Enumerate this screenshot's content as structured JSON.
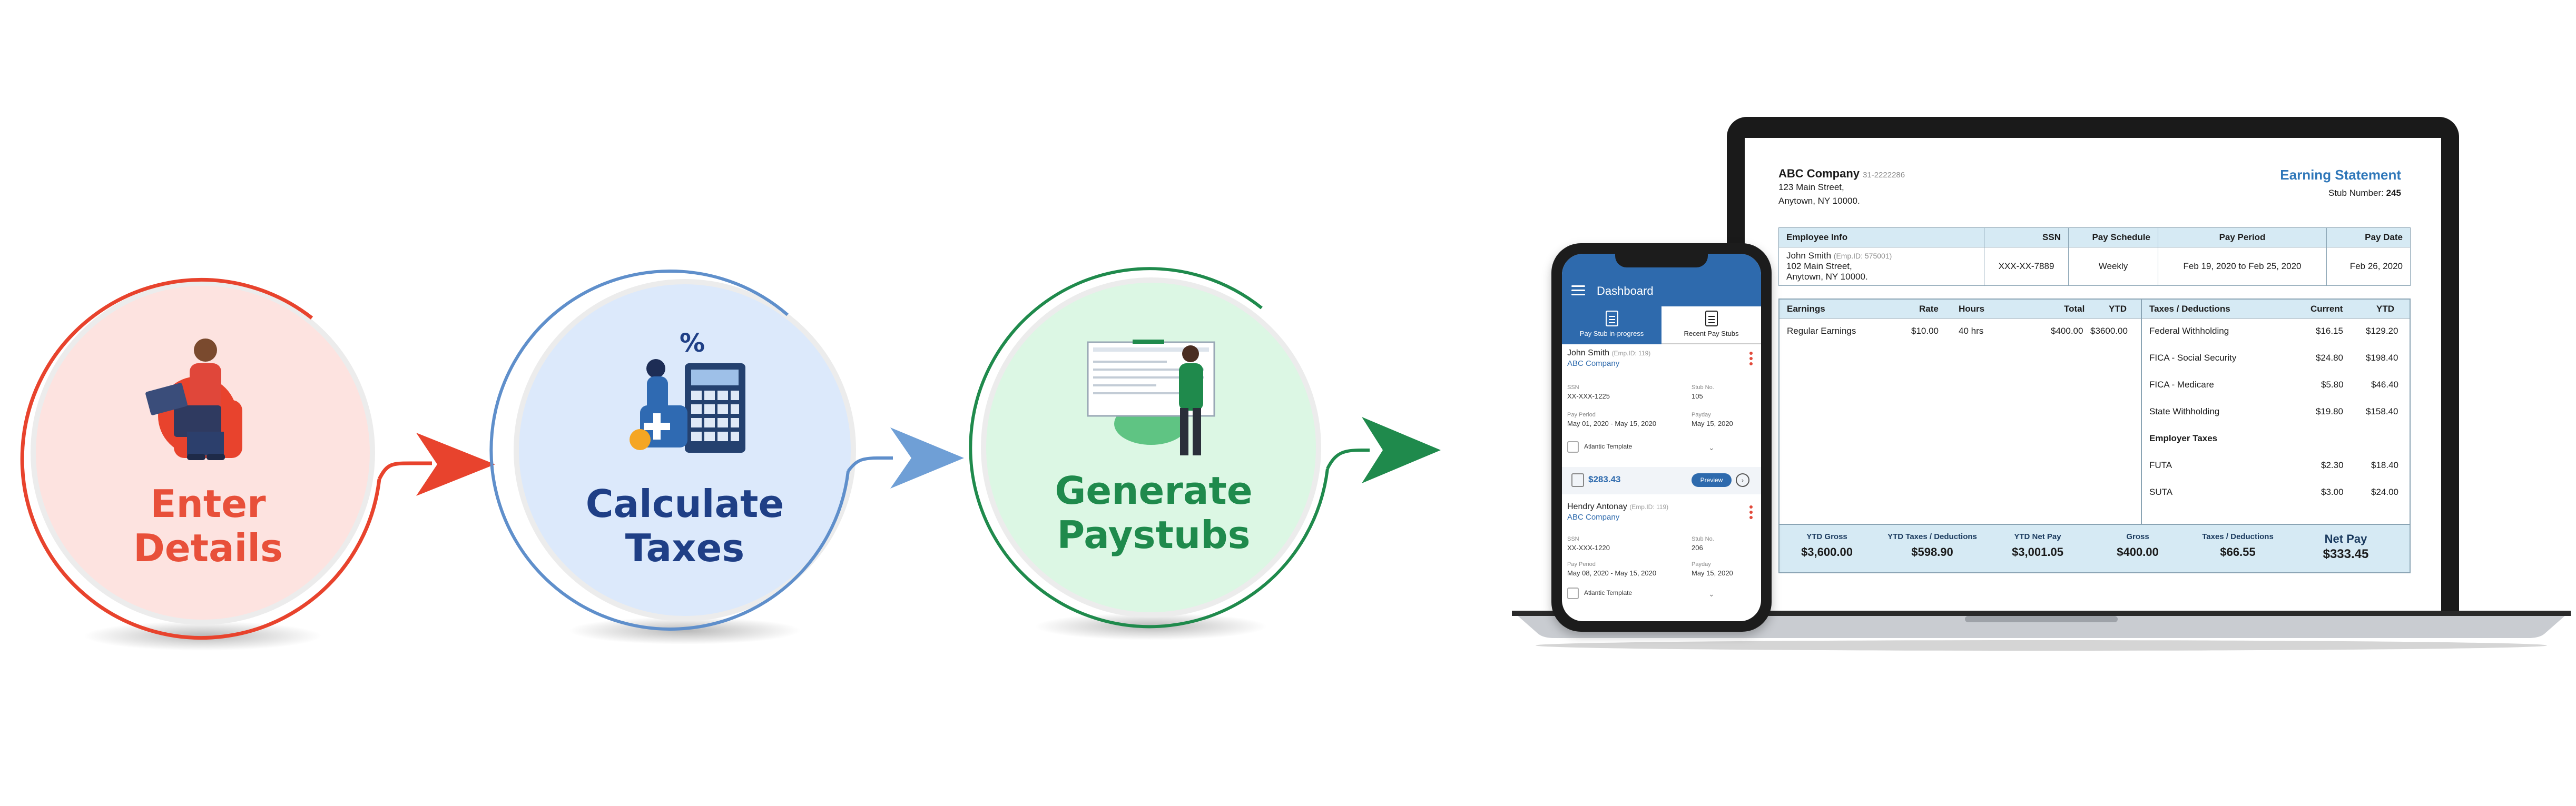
{
  "steps": [
    {
      "line1": "Enter",
      "line2": "Details",
      "color": "#e8503a",
      "icon": "person-on-laptop-icon"
    },
    {
      "line1": "Calculate",
      "line2": "Taxes",
      "color": "#1f3f86",
      "icon": "calculator-percent-icon"
    },
    {
      "line1": "Generate",
      "line2": "Paystubs",
      "color": "#1f8a4c",
      "icon": "person-with-paystub-board-icon"
    }
  ],
  "statement": {
    "company_name": "ABC Company",
    "company_id": "31-2222286",
    "address1": "123 Main Street,",
    "address2": "Anytown, NY 10000.",
    "title": "Earning Statement",
    "stub_label": "Stub Number:",
    "stub_number": "245",
    "info_headers": [
      "Employee Info",
      "SSN",
      "Pay Schedule",
      "Pay Period",
      "Pay Date"
    ],
    "employee": {
      "name": "John Smith",
      "emp_id": "(Emp.ID: 575001)",
      "address1": "102 Main Street,",
      "address2": "Anytown, NY 10000.",
      "ssn": "XXX-XX-7889",
      "schedule": "Weekly",
      "period": "Feb 19, 2020 to Feb 25, 2020",
      "pay_date": "Feb 26, 2020"
    },
    "earnings_headers": [
      "Earnings",
      "Rate",
      "Hours",
      "Total",
      "YTD"
    ],
    "earnings_rows": [
      [
        "Regular Earnings",
        "$10.00",
        "40 hrs",
        "$400.00",
        "$3600.00"
      ]
    ],
    "taxes_headers": [
      "Taxes / Deductions",
      "Current",
      "YTD"
    ],
    "taxes_rows": [
      [
        "Federal Withholding",
        "$16.15",
        "$129.20"
      ],
      [
        "FICA - Social Security",
        "$24.80",
        "$198.40"
      ],
      [
        "FICA - Medicare",
        "$5.80",
        "$46.40"
      ],
      [
        "State Withholding",
        "$19.80",
        "$158.40"
      ]
    ],
    "employer_taxes_label": "Employer Taxes",
    "employer_rows": [
      [
        "FUTA",
        "$2.30",
        "$18.40"
      ],
      [
        "SUTA",
        "$3.00",
        "$24.00"
      ]
    ],
    "totals": [
      {
        "label": "YTD Gross",
        "value": "$3,600.00"
      },
      {
        "label": "YTD Taxes / Deductions",
        "value": "$598.90"
      },
      {
        "label": "YTD Net Pay",
        "value": "$3,001.05"
      },
      {
        "label": "Gross",
        "value": "$400.00"
      },
      {
        "label": "Taxes / Deductions",
        "value": "$66.55"
      },
      {
        "label": "Net Pay",
        "value": "$333.45"
      }
    ]
  },
  "phone": {
    "title": "Dashboard",
    "tabs": [
      "Pay Stub in-progress",
      "Recent Pay Stubs"
    ],
    "cards": [
      {
        "name": "John Smith",
        "emp": "(Emp.ID: 119)",
        "company": "ABC Company",
        "ssn_label": "SSN",
        "ssn": "XX-XXX-1225",
        "stub_label": "Stub No.",
        "stub": "105",
        "period_label": "Pay Period",
        "period": "May 01, 2020 - May 15, 2020",
        "payday_label": "Payday",
        "payday": "May 15, 2020",
        "template": "Atlantic Template",
        "amount": "$283.43",
        "preview": "Preview"
      },
      {
        "name": "Hendry Antonay",
        "emp": "(Emp.ID: 119)",
        "company": "ABC Company",
        "ssn_label": "SSN",
        "ssn": "XX-XXX-1220",
        "stub_label": "Stub No.",
        "stub": "206",
        "period_label": "Pay Period",
        "period": "May 08, 2020 - May 15, 2020",
        "payday_label": "Payday",
        "payday": "May 15, 2020",
        "template": "Atlantic Template"
      }
    ]
  }
}
